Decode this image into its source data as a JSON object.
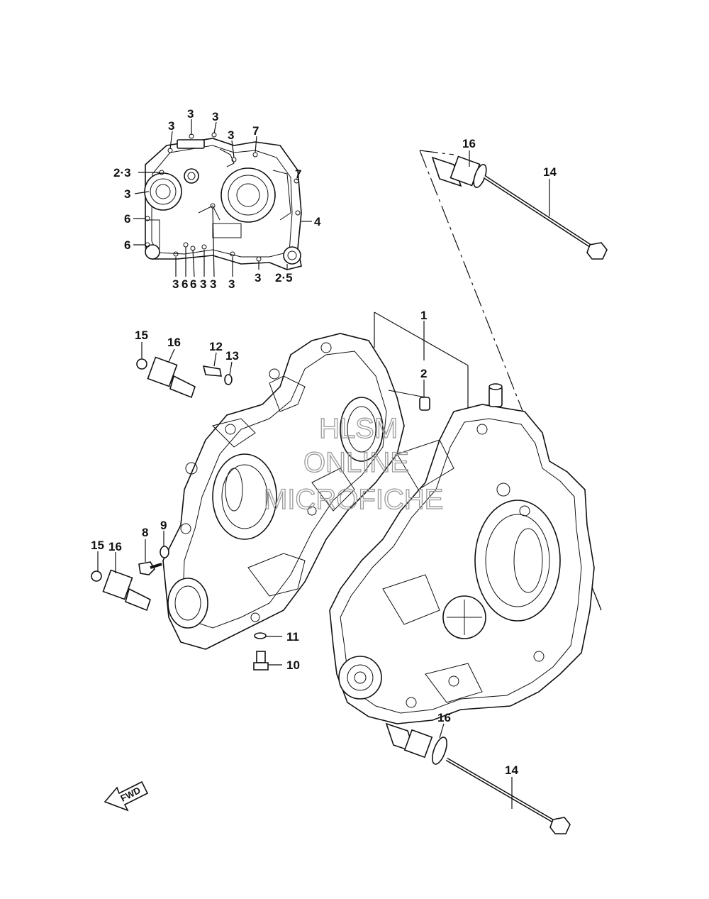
{
  "watermark": {
    "line1": "HLSM",
    "line2": "ONLINE",
    "line3": "MICROFICHE"
  },
  "fwd_arrow_label": "FWD",
  "inset_labels": [
    {
      "id": "i1",
      "text": "3"
    },
    {
      "id": "i2",
      "text": "3"
    },
    {
      "id": "i3",
      "text": "3"
    },
    {
      "id": "i4",
      "text": "3"
    },
    {
      "id": "i5",
      "text": "7"
    },
    {
      "id": "i6",
      "text": "2·3"
    },
    {
      "id": "i7",
      "text": "7"
    },
    {
      "id": "i8",
      "text": "3"
    },
    {
      "id": "i9",
      "text": "6"
    },
    {
      "id": "i10",
      "text": "4"
    },
    {
      "id": "i11",
      "text": "6"
    },
    {
      "id": "i12",
      "text": "3"
    },
    {
      "id": "i13",
      "text": "2·5"
    },
    {
      "id": "i14",
      "text": "3"
    },
    {
      "id": "i15",
      "text": "6"
    },
    {
      "id": "i16",
      "text": "6"
    },
    {
      "id": "i17",
      "text": "3"
    },
    {
      "id": "i18",
      "text": "3"
    },
    {
      "id": "i19",
      "text": "3"
    }
  ],
  "callouts": [
    {
      "id": "c1",
      "text": "16"
    },
    {
      "id": "c2",
      "text": "14"
    },
    {
      "id": "c3",
      "text": "1"
    },
    {
      "id": "c4",
      "text": "2"
    },
    {
      "id": "c5",
      "text": "15"
    },
    {
      "id": "c6",
      "text": "16"
    },
    {
      "id": "c7",
      "text": "12"
    },
    {
      "id": "c8",
      "text": "13"
    },
    {
      "id": "c9",
      "text": "15"
    },
    {
      "id": "c10",
      "text": "16"
    },
    {
      "id": "c11",
      "text": "8"
    },
    {
      "id": "c12",
      "text": "9"
    },
    {
      "id": "c13",
      "text": "11"
    },
    {
      "id": "c14",
      "text": "10"
    },
    {
      "id": "c15",
      "text": "16"
    },
    {
      "id": "c16",
      "text": "14"
    }
  ]
}
